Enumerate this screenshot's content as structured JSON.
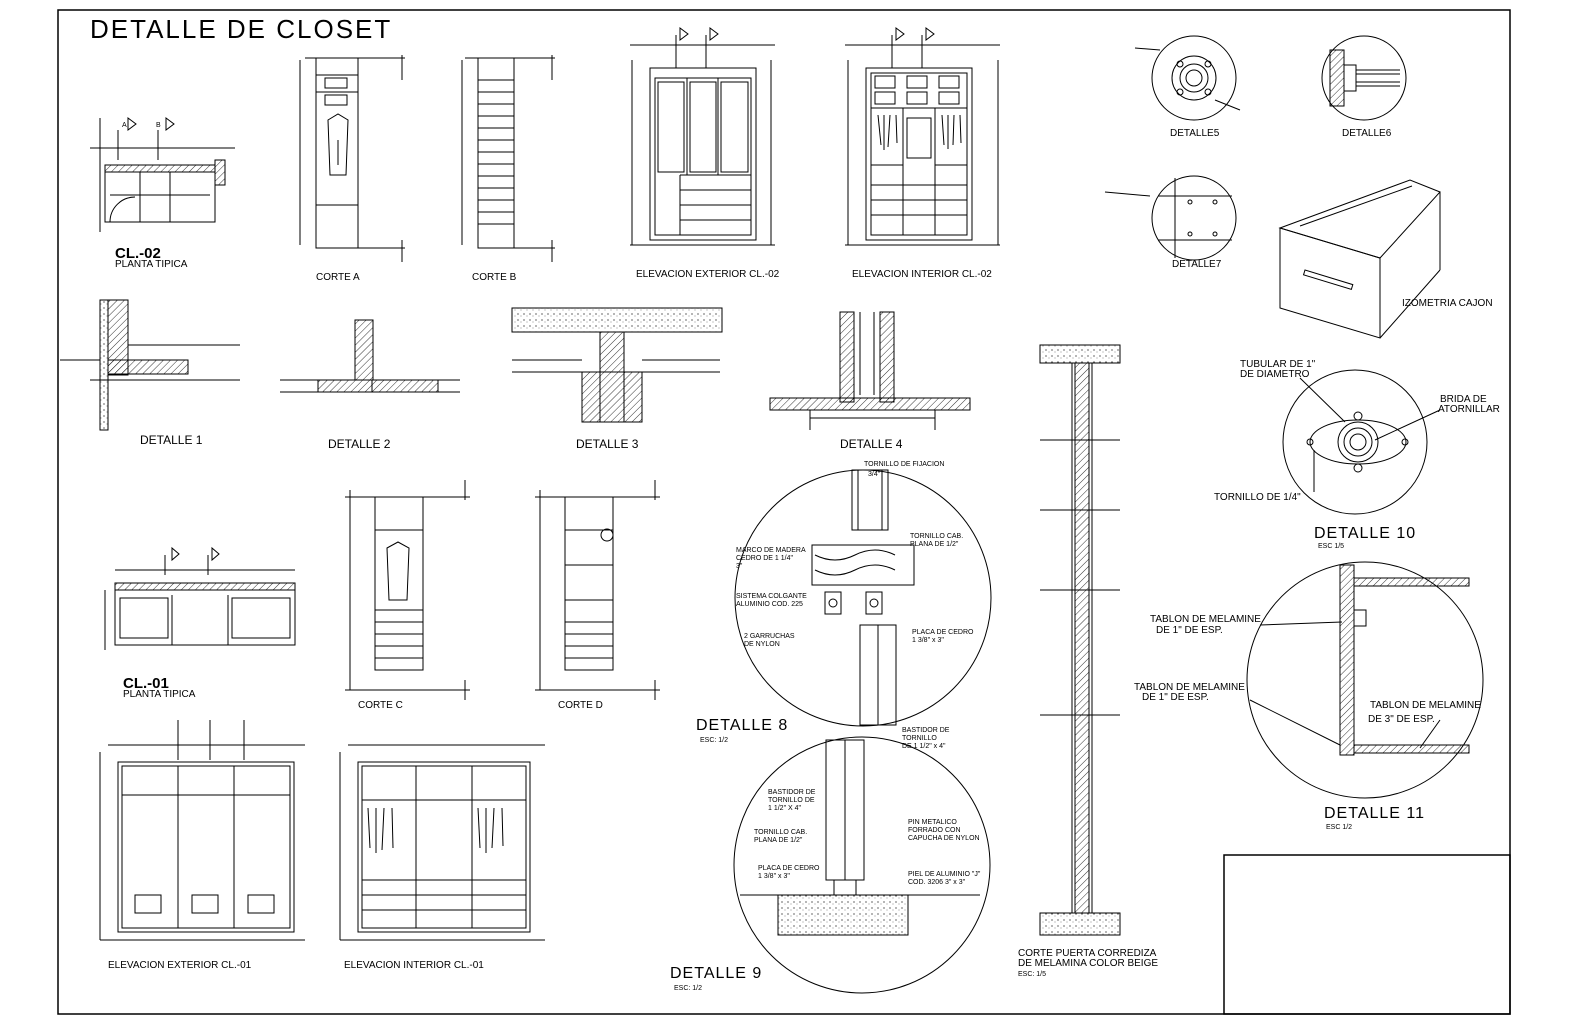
{
  "title": "DETALLE DE CLOSET",
  "views": {
    "cl02_code": "CL.-02",
    "cl02_name": "PLANTA TIPICA",
    "corte_a": "CORTE A",
    "corte_b": "CORTE B",
    "elev_ext_02": "ELEVACION EXTERIOR CL.-02",
    "elev_int_02": "ELEVACION INTERIOR CL.-02",
    "detalle5": "DETALLE5",
    "detalle6": "DETALLE6",
    "detalle7": "DETALLE7",
    "izometria": "IZOMETRIA CAJON",
    "detalle1": "DETALLE 1",
    "detalle2": "DETALLE 2",
    "detalle3": "DETALLE 3",
    "detalle4": "DETALLE 4",
    "cl01_code": "CL.-01",
    "cl01_name": "PLANTA TIPICA",
    "corte_c": "CORTE C",
    "corte_d": "CORTE D",
    "detalle8": "DETALLE 8",
    "detalle8_scale": "ESC: 1/2",
    "detalle9": "DETALLE 9",
    "detalle9_scale": "ESC: 1/2",
    "elev_ext_01": "ELEVACION EXTERIOR CL.-01",
    "elev_int_01": "ELEVACION INTERIOR CL.-01",
    "corte_puerta_1": "CORTE PUERTA CORREDIZA",
    "corte_puerta_2": "DE MELAMINA COLOR BEIGE",
    "corte_puerta_scale": "ESC: 1/5",
    "detalle10": "DETALLE 10",
    "detalle10_scale": "ESC 1/5",
    "detalle11": "DETALLE 11",
    "detalle11_scale": "ESC 1/2"
  },
  "notes": {
    "tornillo_fijacion": "TORNILLO DE FIJACION",
    "tornillo_fijacion_2": "3/4\"",
    "marco_1": "MARCO DE MADERA",
    "marco_2": "CEDRO DE 1 1/4\"",
    "marco_3": "3\"",
    "tornillo_cab_1": "TORNILLO CAB.",
    "tornillo_cab_2": "PLANA DE 1/2\"",
    "sistema_1": "SISTEMA COLGANTE",
    "sistema_2": "ALUMINIO COD. 225",
    "garruchas_1": "2 GARRUCHAS",
    "garruchas_2": "DE NYLON",
    "placa_1": "PLACA DE CEDRO",
    "placa_2": "1 3/8\" x 3\"",
    "bastidor_1": "BASTIDOR DE",
    "bastidor_2": "TORNILLO",
    "bastidor_3": "DE 1 1/2\" x 4\"",
    "d9_bastidor_1": "BASTIDOR DE",
    "d9_bastidor_2": "TORNILLO DE",
    "d9_bastidor_3": "1 1/2\" X 4\"",
    "d9_tornillo_1": "TORNILLO CAB.",
    "d9_tornillo_2": "PLANA DE 1/2\"",
    "d9_placa_1": "PLACA DE CEDRO",
    "d9_placa_2": "1 3/8\" x 3\"",
    "pin_1": "PIN METALICO",
    "pin_2": "FORRADO CON",
    "pin_3": "CAPUCHA DE NYLON",
    "piel_1": "PIEL DE ALUMINIO \"J\"",
    "piel_2": "COD. 3206 3\" x 3\"",
    "tubular_1": "TUBULAR DE 1\"",
    "tubular_2": "DE DIAMETRO",
    "brida_1": "BRIDA DE",
    "brida_2": "ATORNILLAR",
    "tornillo_14": "TORNILLO DE 1/4\"",
    "tablon1_1": "TABLON DE MELAMINE",
    "tablon1_2": "DE 1\" DE ESP.",
    "tablon2_1": "TABLON DE MELAMINE",
    "tablon2_2": "DE 1\" DE ESP.",
    "tablon3_1": "TABLON DE MELAMINE",
    "tablon3_2": "DE 3\" DE ESP."
  }
}
